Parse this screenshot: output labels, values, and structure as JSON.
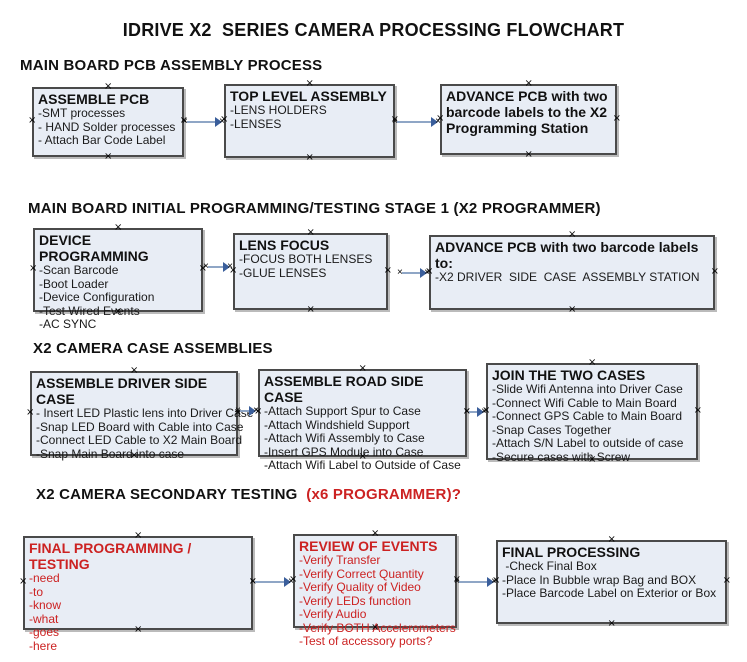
{
  "title": "IDRIVE X2  SERIES CAMERA PROCESSING FLOWCHART",
  "colors": {
    "box_fill": "#e8edf5",
    "box_border": "#4a4a4a",
    "red_text": "#cc2222",
    "arrow_line": "#8fa6c6",
    "arrow_head": "#3a5e9b"
  },
  "icons": {
    "connector_handle": "×"
  },
  "sections": [
    {
      "heading": "MAIN BOARD PCB ASSEMBLY PROCESS"
    },
    {
      "heading": "MAIN BOARD INITIAL PROGRAMMING/TESTING STAGE 1 (X2 PROGRAMMER)"
    },
    {
      "heading": "X2 CAMERA CASE ASSEMBLIES"
    },
    {
      "heading": "X2 CAMERA SECONDARY TESTING  ",
      "heading_red": "(x6 PROGRAMMER)?"
    }
  ],
  "boxes": [
    {
      "title": "ASSEMBLE PCB",
      "items": [
        "-SMT processes",
        "- HAND Solder processes",
        "- Attach Bar Code Label"
      ]
    },
    {
      "title": "TOP LEVEL ASSEMBLY",
      "items": [
        "-LENS HOLDERS",
        "-LENSES"
      ]
    },
    {
      "title": "ADVANCE PCB with two barcode labels to the X2 Programming Station",
      "items": []
    },
    {
      "title": "DEVICE PROGRAMMING",
      "items": [
        "-Scan Barcode",
        "-Boot Loader",
        "-Device Configuration",
        "-Test Wired Events",
        "-AC SYNC"
      ]
    },
    {
      "title": "LENS FOCUS",
      "items": [
        "-FOCUS BOTH LENSES",
        "-GLUE LENSES"
      ]
    },
    {
      "title": "ADVANCE PCB with two barcode labels to:",
      "items": [
        "-X2 DRIVER  SIDE  CASE  ASSEMBLY STATION"
      ]
    },
    {
      "title": "ASSEMBLE DRIVER SIDE CASE",
      "items": [
        "- Insert LED Plastic lens into Driver Case",
        "-Snap LED Board with Cable into Case",
        "-Connect LED Cable to X2 Main Board",
        "-Snap Main Board into case"
      ]
    },
    {
      "title": "ASSEMBLE ROAD SIDE CASE",
      "items": [
        "-Attach Support Spur to Case",
        "-Attach Windshield Support",
        "-Attach Wifi Assembly to Case",
        "-Insert GPS Module into Case",
        "-Attach Wifi Label to Outside of Case"
      ]
    },
    {
      "title": "JOIN THE TWO CASES",
      "items": [
        "-Slide Wifi Antenna into Driver Case",
        "-Connect Wifi Cable to Main Board",
        "-Connect GPS Cable to Main Board",
        "-Snap Cases Together",
        "-Attach S/N Label to outside of case",
        "-Secure cases with Screw"
      ]
    },
    {
      "title": "FINAL PROGRAMMING / TESTING",
      "items": [
        "-need",
        "-to",
        "-know",
        "-what",
        "-goes",
        "-here"
      ]
    },
    {
      "title": "REVIEW OF EVENTS",
      "items": [
        "-Verify Transfer",
        "-Verify Correct Quantity",
        "-Verify Quality of Video",
        "-Verify LEDs function",
        "-Verify Audio",
        "-Verify BOTH Accelerometers",
        "-Test of accessory ports?"
      ]
    },
    {
      "title": "FINAL PROCESSING",
      "items": [
        " -Check Final Box",
        "-Place In Bubble wrap Bag and BOX",
        "-Place Barcode Label on Exterior or Box"
      ]
    }
  ]
}
